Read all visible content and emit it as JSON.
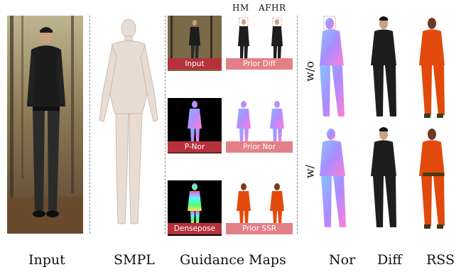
{
  "bottom_labels": {
    "input": "Input",
    "smpl": "SMPL",
    "guidance": "Guidance Maps",
    "nor": "Nor",
    "diff": "Diff",
    "rss": "RSS"
  },
  "top_labels": {
    "hm": "HM",
    "afhr": "AFHR"
  },
  "row_labels": {
    "without": "w/o",
    "with": "w/"
  },
  "guidance_tags": {
    "input": "Input",
    "prior_diff": "Prior Diff",
    "p_nor": "P-Nor",
    "prior_nor": "Prior Nor",
    "densepose": "Densepose",
    "prior_ssr": "Prior SSR"
  },
  "colors": {
    "tag_dark": "#b5323c",
    "tag_light": "#e37f86",
    "rss_orange": "#e24a0d",
    "smpl_skin": "#e9ddd3"
  }
}
